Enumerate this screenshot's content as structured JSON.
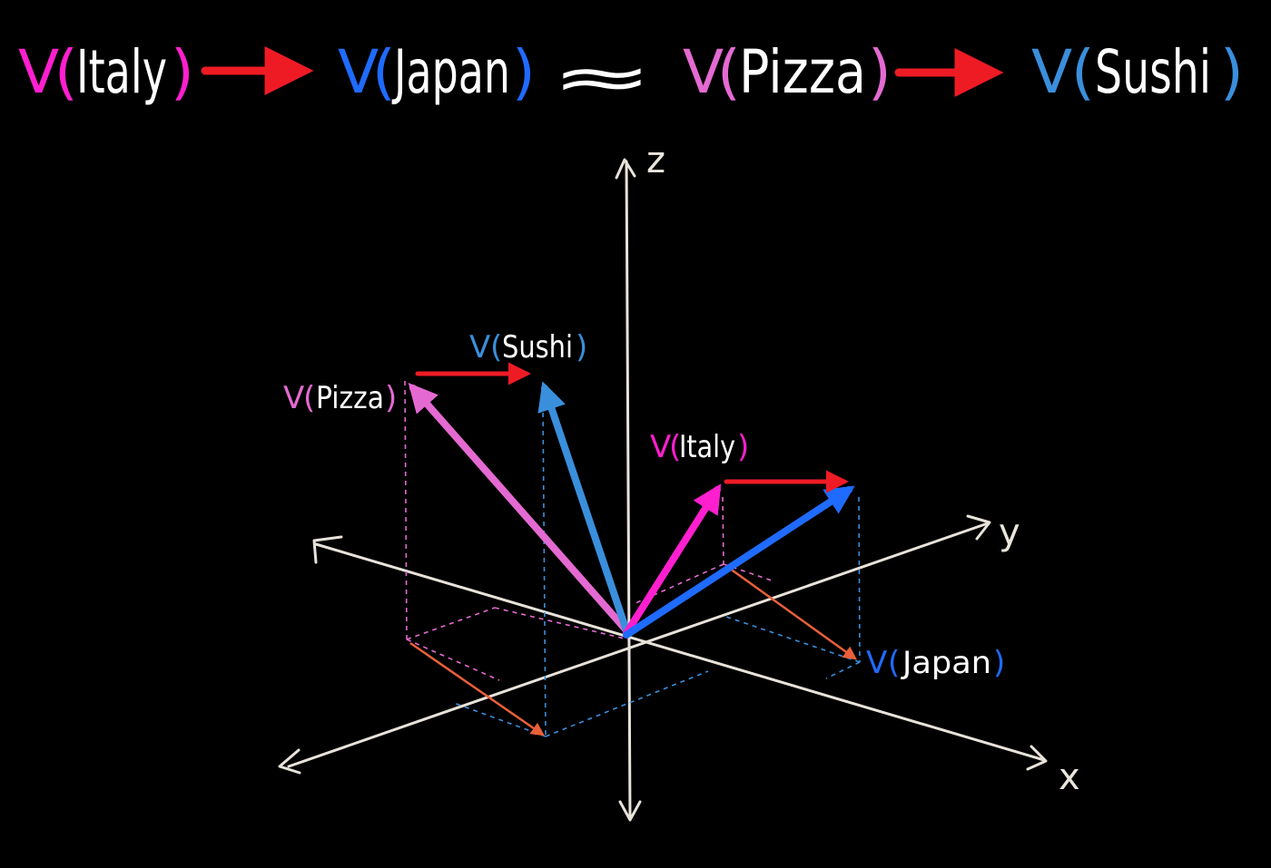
{
  "colors": {
    "background": "#000000",
    "italy": "#ff1fcf",
    "japan": "#1f6bff",
    "pizza": "#e46ad2",
    "sushi": "#3a8fdc",
    "relation_arrow": "#ee1b24",
    "projection_arrow": "#e9603a",
    "axes": "#e8e3da",
    "text": "#ffffff"
  },
  "equation": {
    "italy": {
      "v": "V",
      "open": "(",
      "word": "Italy",
      "close": ")"
    },
    "japan": {
      "v": "V",
      "open": "(",
      "word": "Japan",
      "close": ")"
    },
    "approx_symbol": "≈",
    "pizza": {
      "v": "V",
      "open": "(",
      "word": "Pizza",
      "close": ")"
    },
    "sushi": {
      "v": "V",
      "open": "(",
      "word": "Sushi",
      "close": ")"
    }
  },
  "axes": {
    "x": "x",
    "y": "y",
    "z": "z"
  },
  "vector_labels": {
    "sushi": {
      "v": "V",
      "open": "(",
      "word": "Sushi",
      "close": ")"
    },
    "pizza": {
      "v": "V",
      "open": "(",
      "word": "Pizza",
      "close": ")"
    },
    "italy": {
      "v": "V",
      "open": "(",
      "word": "Italy",
      "close": ")"
    },
    "japan": {
      "v": "V",
      "open": "(",
      "word": "Japan",
      "close": ")"
    }
  }
}
